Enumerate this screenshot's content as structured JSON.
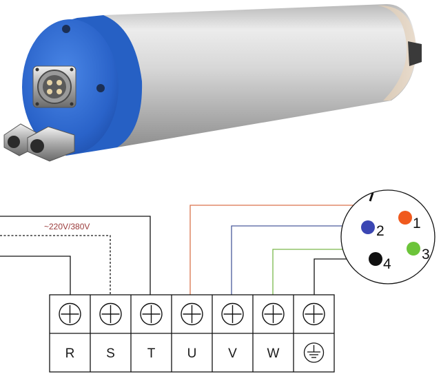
{
  "supply": {
    "voltage_label": "~220V/380V"
  },
  "terminals": [
    {
      "label": "R"
    },
    {
      "label": "S"
    },
    {
      "label": "T"
    },
    {
      "label": "U"
    },
    {
      "label": "V"
    },
    {
      "label": "W"
    },
    {
      "label": "",
      "icon": "ground-icon"
    }
  ],
  "connector_pins": [
    {
      "number": "1",
      "color": "#f05a1e",
      "wire_color": "#d9724a",
      "terminal": "U"
    },
    {
      "number": "2",
      "color": "#3b46b3",
      "wire_color": "#4a5a9c",
      "terminal": "V"
    },
    {
      "number": "3",
      "color": "#6cc43a",
      "wire_color": "#7ab84a",
      "terminal": "W"
    },
    {
      "number": "4",
      "color": "#111111",
      "wire_color": "#111111",
      "terminal": "ground"
    }
  ],
  "colors": {
    "spindle_cap": "#2f6fd6",
    "spindle_body": "#c9c9c9",
    "line_black": "#111111"
  }
}
